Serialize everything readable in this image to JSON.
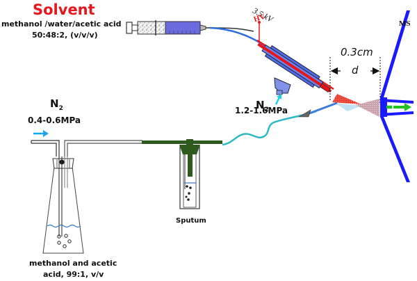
{
  "solvent": {
    "title": "Solvent",
    "composition": "methanol /water/acetic acid",
    "ratio": "50:48:2, (v/v/v)"
  },
  "high_voltage": {
    "voltage": "3.5 kV",
    "label": "HV"
  },
  "nebulizer_gas": {
    "gas": "N",
    "gas_subscript": "2",
    "pressure": "1.2-1.6MPa"
  },
  "carrier_gas": {
    "gas": "N",
    "gas_subscript": "2",
    "pressure": "0.4-0.6MPa"
  },
  "distance": {
    "value": "0.3cm",
    "symbol": "d"
  },
  "ms_label": "MS",
  "sample_label": "Sputum",
  "flask_solution": {
    "line1": "methanol and acetic",
    "line2": "acid, 99:1, v/v"
  },
  "colors": {
    "solvent_red": "#e8161b",
    "hv_red": "#e8161b",
    "ms_blue": "#1a1aff",
    "syringe_blue": "#6b6bdf",
    "capillary_blue": "#3b7de0",
    "teal_tube": "#2cb9c4",
    "green_tube": "#2f5a1e",
    "arrow_cyan": "#1aa6e8",
    "green_arrow": "#22c322"
  }
}
